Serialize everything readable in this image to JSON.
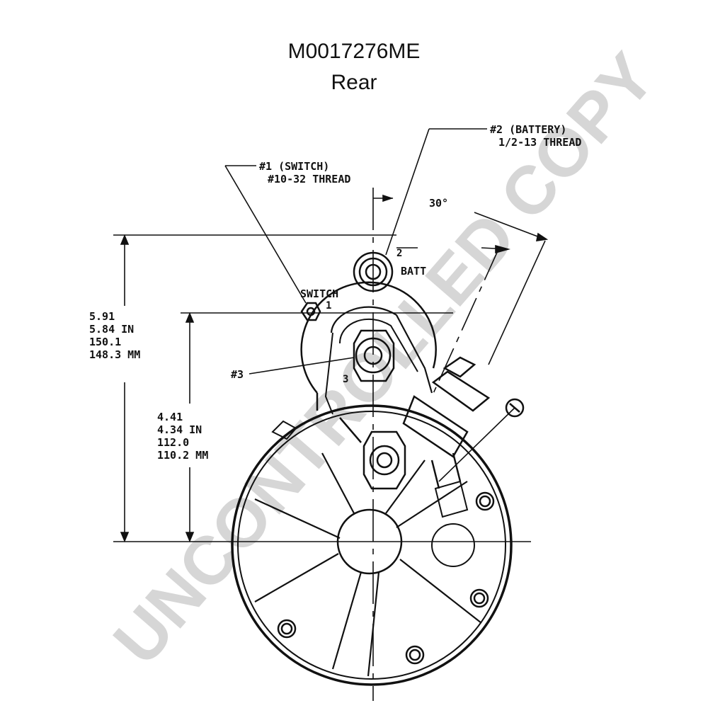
{
  "title": "M0017276ME",
  "subtitle": "Rear",
  "labels": {
    "battery_callout_1": "#2 (BATTERY)",
    "battery_callout_2": "1/2-13 THREAD",
    "switch_callout_1": "#1 (SWITCH)",
    "switch_callout_2": "#10-32 THREAD",
    "angle": "30°",
    "terminal_2": "2",
    "batt": "BATT",
    "switch": "SWITCH",
    "terminal_1": "1",
    "terminal_3_callout": "#3",
    "terminal_3": "3"
  },
  "dimensions": {
    "overall": [
      "5.91",
      "5.84 IN",
      "150.1",
      "148.3 MM"
    ],
    "inner": [
      "4.41",
      "4.34 IN",
      "112.0",
      "110.2 MM"
    ]
  },
  "watermark": "UNCONTROLLED COPY",
  "colors": {
    "line": "#111111",
    "watermark": "#d6d6d6"
  }
}
